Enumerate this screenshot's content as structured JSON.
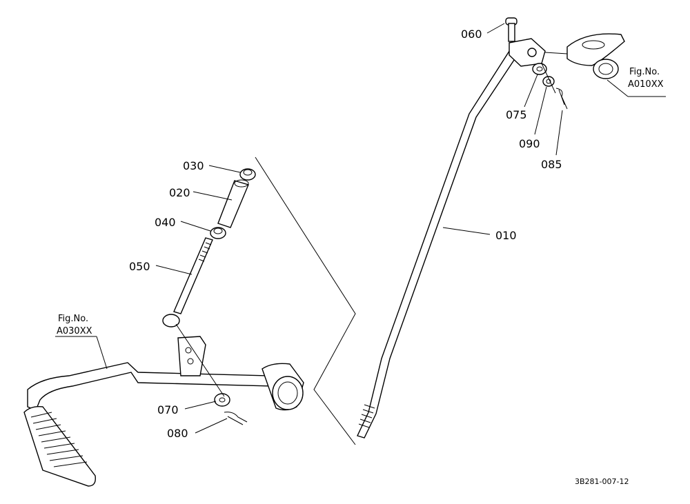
{
  "callouts": {
    "p010": "010",
    "p020": "020",
    "p030": "030",
    "p040": "040",
    "p050": "050",
    "p060": "060",
    "p070": "070",
    "p075": "075",
    "p080": "080",
    "p085": "085",
    "p090": "090"
  },
  "fig_refs": {
    "top_right": {
      "label": "Fig.No.",
      "code": "A010XX"
    },
    "left": {
      "label": "Fig.No.",
      "code": "A030XX"
    }
  },
  "drawing_code": "3B281-007-12"
}
